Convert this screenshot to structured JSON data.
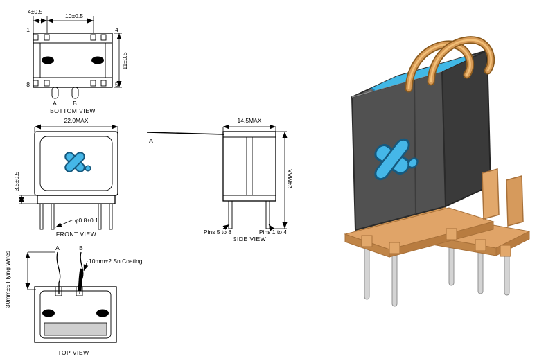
{
  "bottom_view": {
    "caption": "BOTTOM VIEW",
    "dim_pin_pitch": "4±0.5",
    "dim_row_span": "10±0.5",
    "dim_height": "11±0.5",
    "pin_1": "1",
    "pin_4": "4",
    "pin_5": "5",
    "pin_8": "8",
    "wire_a": "A",
    "wire_b": "B"
  },
  "front_view": {
    "caption": "FRONT VIEW",
    "dim_width": "22.0MAX",
    "dim_standoff": "3.5±0.5",
    "dim_pin_dia": "φ0.8±0.1"
  },
  "side_view": {
    "caption": "SIDE VIEW",
    "dim_depth": "14.5MAX",
    "dim_height": "24MAX",
    "wire_a": "A",
    "pins_back": "Pins 5 to 8",
    "pins_front": "Pins 1 to 4"
  },
  "top_view": {
    "caption": "TOP VIEW",
    "wire_a": "A",
    "wire_b": "B",
    "coating_note": "10mm±2 Sn Coating",
    "wire_note": "30mm±5 Flying Wires"
  },
  "colors": {
    "line": "#000000",
    "logo_blue": "#45b7e8",
    "logo_outline": "#16597e",
    "core_front": "#515151",
    "core_top": "#6e6e6e",
    "core_side": "#3a3a3a",
    "copper": "#d79a56",
    "copper_dark": "#8a5a1d",
    "tape_blue": "#41b8e6",
    "base_copper": "#e0a468",
    "pin_metal": "#d4d4d4"
  }
}
